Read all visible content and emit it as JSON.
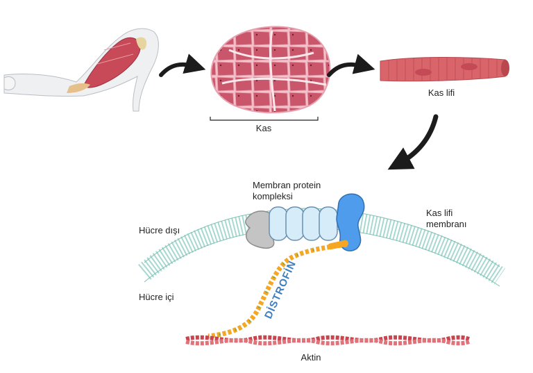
{
  "labels": {
    "muscle": "Kas",
    "muscle_fiber": "Kas lifi",
    "membrane_complex_line1": "Membran protein",
    "membrane_complex_line2": "kompleksi",
    "outside_cell": "Hücre dışı",
    "fiber_membrane_line1": "Kas lifi",
    "fiber_membrane_line2": "membranı",
    "inside_cell": "Hücre içi",
    "dystrophin": "DİSTROFİN",
    "actin": "Aktin"
  },
  "colors": {
    "muscle_red": "#c9566a",
    "muscle_pink": "#f3c4cc",
    "fiber_red": "#d9656a",
    "membrane_teal": "#a6d8cf",
    "protein_grey": "#c4c4c4",
    "protein_light_blue": "#d7ecf9",
    "protein_blue": "#4f9cec",
    "dystrophin_orange": "#f5a623",
    "dystrophin_green": "#7fa845",
    "actin_red": "#c8454f",
    "arrow": "#1c1c1c"
  }
}
